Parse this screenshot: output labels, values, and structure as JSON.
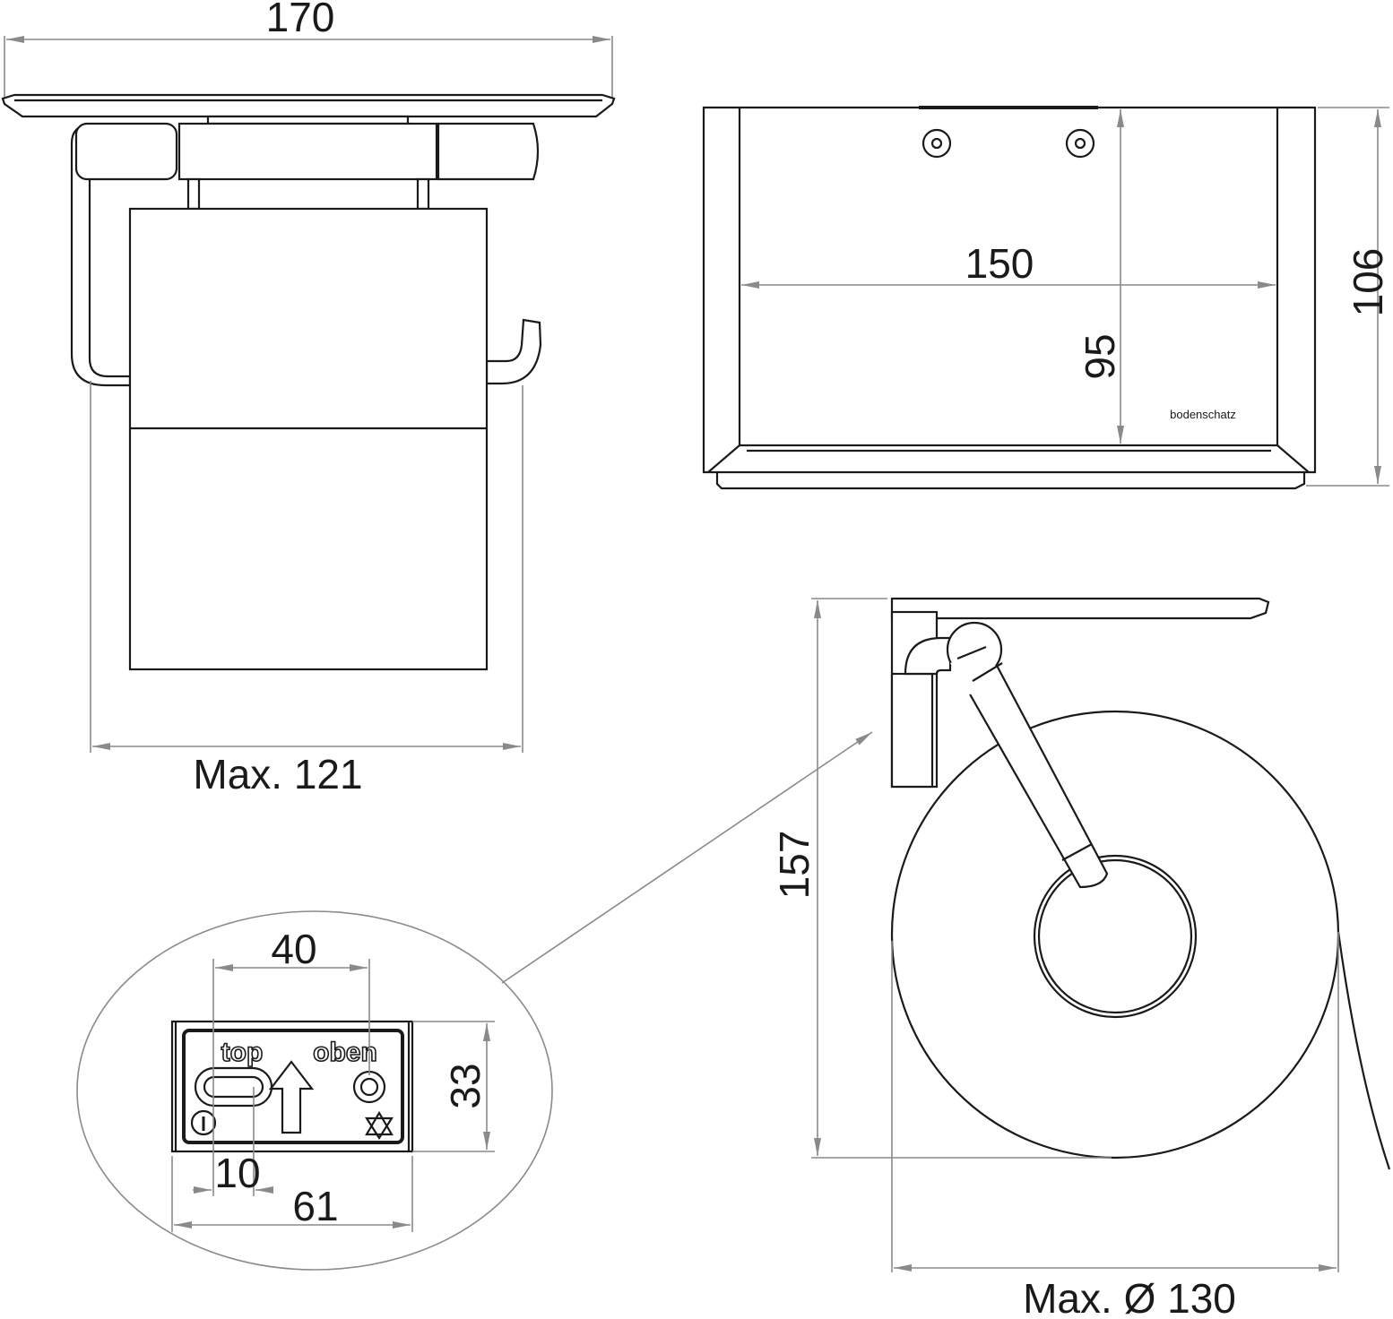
{
  "dimensions": {
    "front_width": "170",
    "front_max_width": "Max. 121",
    "back_inner_width": "150",
    "back_inner_height": "95",
    "back_height": "106",
    "side_height": "157",
    "roll_diameter": "Max. Ø 130",
    "plate_hole_spacing": "40",
    "plate_height": "33",
    "plate_slot_offset": "10",
    "plate_width": "61"
  },
  "labels": {
    "plate_top_en": "top",
    "plate_top_de": "oben",
    "brand": "bodenschatz"
  }
}
